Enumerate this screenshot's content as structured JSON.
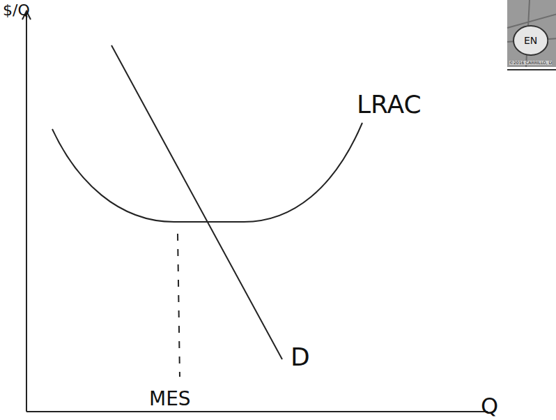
{
  "diagram": {
    "nodes": [
      {
        "text": [
          "EN"
        ]
      }
    ],
    "labels": [
      "$/Q",
      "LRAC",
      "D",
      "MES",
      "Q",
      "©2016 CARRILLO, D"
    ]
  }
}
